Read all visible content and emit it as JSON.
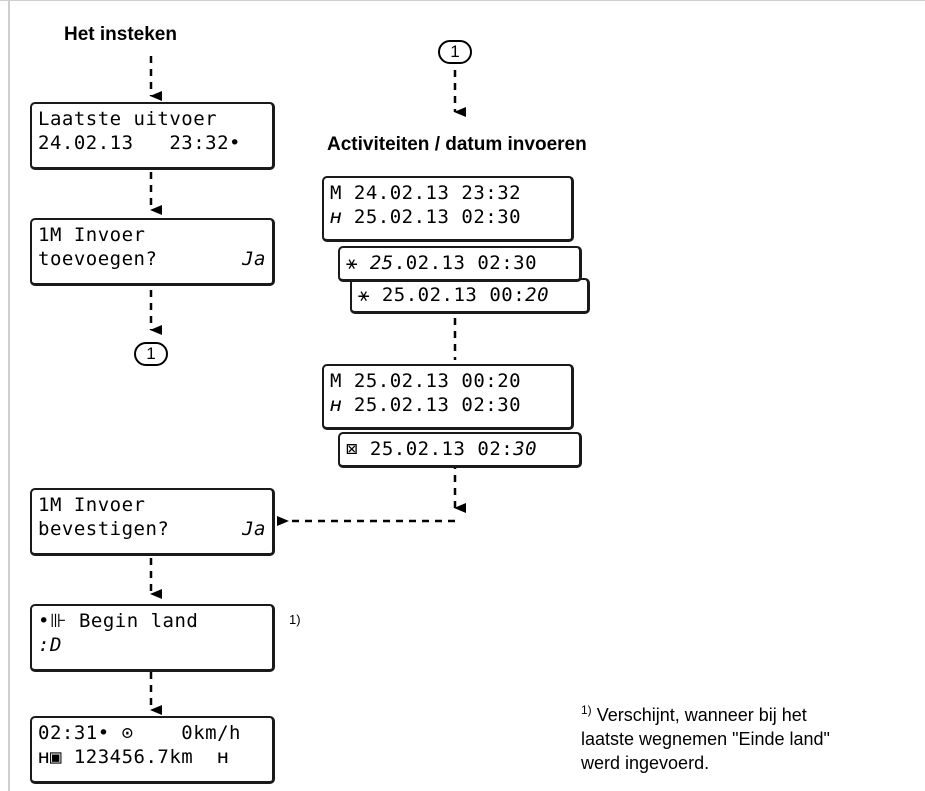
{
  "left_column": {
    "heading": "Het insteken",
    "display_last_out": {
      "line1": "Laatste uitvoer",
      "line2": "24.02.13   23:32",
      "line2_icon": "•"
    },
    "display_add_entry": {
      "line1": "1M Invoer",
      "line2": "toevoegen?",
      "line2_right": "Ja"
    },
    "connector_label": "1"
  },
  "right_column": {
    "connector_label": "1",
    "heading": "Activiteiten / datum invoeren",
    "stack1": [
      {
        "icon": "M",
        "date": "24.02.13",
        "time": "23:32"
      },
      {
        "icon": "ʜ",
        "date": "25.02.13",
        "time": "02:30"
      },
      {
        "icon": "⚹",
        "date_italic": "25",
        "date_rest": ".02.13",
        "time": "02:30"
      },
      {
        "icon": "⚹",
        "date": "25.02.13",
        "time_prefix": "00:",
        "time_italic": "20"
      }
    ],
    "stack2": [
      {
        "icon": "M",
        "date": "25.02.13",
        "time": "00:20"
      },
      {
        "icon": "ʜ",
        "date": "25.02.13",
        "time": "02:30"
      },
      {
        "icon": "⊠",
        "date": "25.02.13",
        "time_prefix": "02:",
        "time_italic": "30"
      }
    ]
  },
  "confirm_display": {
    "line1": "1M Invoer",
    "line2": "bevestigen?",
    "line2_right": "Ja"
  },
  "begin_country_display": {
    "line1_icon": "•⊪",
    "line1": "Begin land",
    "line2": ":D",
    "note_marker": "1)"
  },
  "standard_display": {
    "line1": "02:31• ⊙    0km/h",
    "line2": "ʜ▣ 123456.7km  ʜ"
  },
  "footnote": {
    "marker": "1)",
    "lines": [
      "Verschijnt, wanneer bij het",
      "laatste wegnemen \"Einde land\"",
      "werd ingevoerd."
    ]
  }
}
